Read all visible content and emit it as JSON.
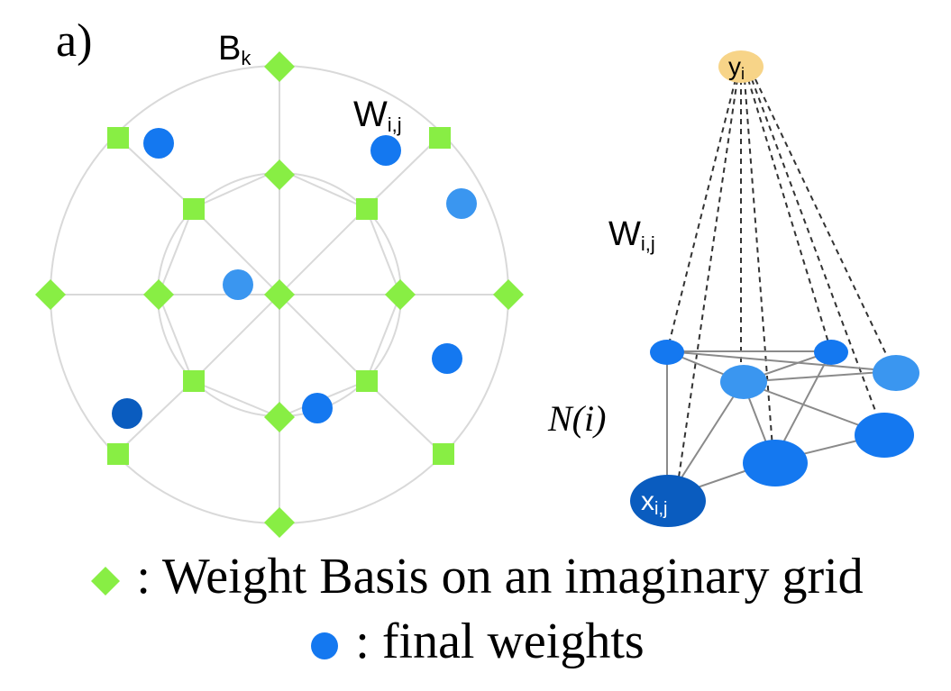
{
  "panel_label": "a)",
  "basis_label_main": "B",
  "basis_label_sub": "k",
  "weight_label_main": "W",
  "weight_label_sub": "i,j",
  "output_node_main": "y",
  "output_node_sub": "i",
  "input_node_main": "x",
  "input_node_sub": "i,j",
  "neighborhood_label": "N(i)",
  "legend": {
    "basis_text": ": Weight Basis on an imaginary grid",
    "final_text": ": final weights"
  },
  "colors": {
    "basis_marker": "#88ee44",
    "grid_line": "#d9d9d9",
    "weight_blue": "#1478f0",
    "weight_light_blue": "#3a96f0",
    "weight_dark_blue": "#0a5cbf",
    "output_node": "#f7d488",
    "graph_edge": "#8a8a8a",
    "dashed_edge": "#333333"
  }
}
